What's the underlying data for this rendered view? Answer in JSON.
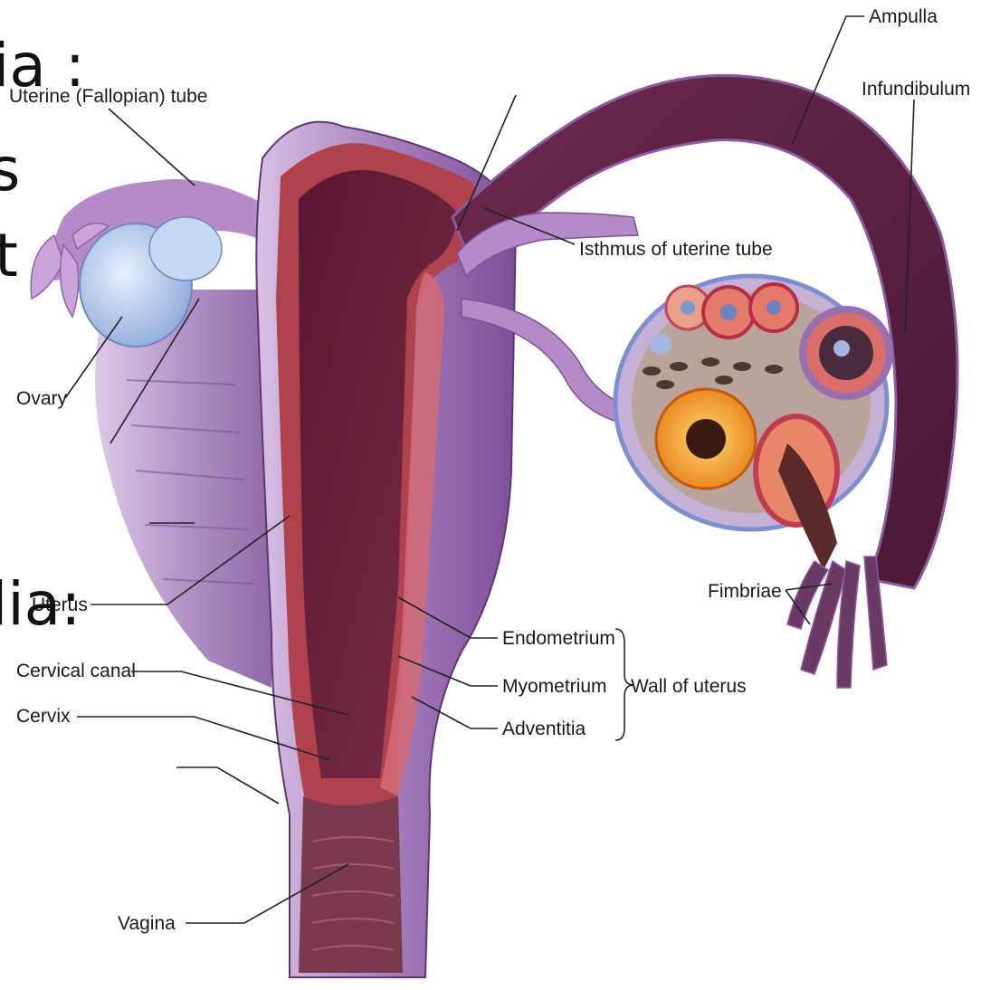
{
  "overlay_text": {
    "line1": "ia :",
    "line2": "s",
    "line3": "t",
    "line4": "lia:"
  },
  "labels": {
    "ampulla": "Ampulla",
    "infundibulum": "Infundibulum",
    "uterine_tube": "Uterine (Fallopian) tube",
    "isthmus": "Isthmus of uterine tube",
    "ovary": "Ovary",
    "uterus": "Uterus",
    "fimbriae": "Fimbriae",
    "endometrium": "Endometrium",
    "myometrium": "Myometrium",
    "adventitia": "Adventitia",
    "wall_of_uterus": "Wall of uterus",
    "cervical_canal": "Cervical canal",
    "cervix": "Cervix",
    "vagina": "Vagina"
  },
  "colors": {
    "tissue_purple": "#9a6fb0",
    "tissue_light": "#c7a2d6",
    "cavity_dark": "#4a1228",
    "muscle_red": "#b0424e",
    "ovary_blue": "#a9c3ea",
    "corpus_yellow": "#f2a21c"
  }
}
